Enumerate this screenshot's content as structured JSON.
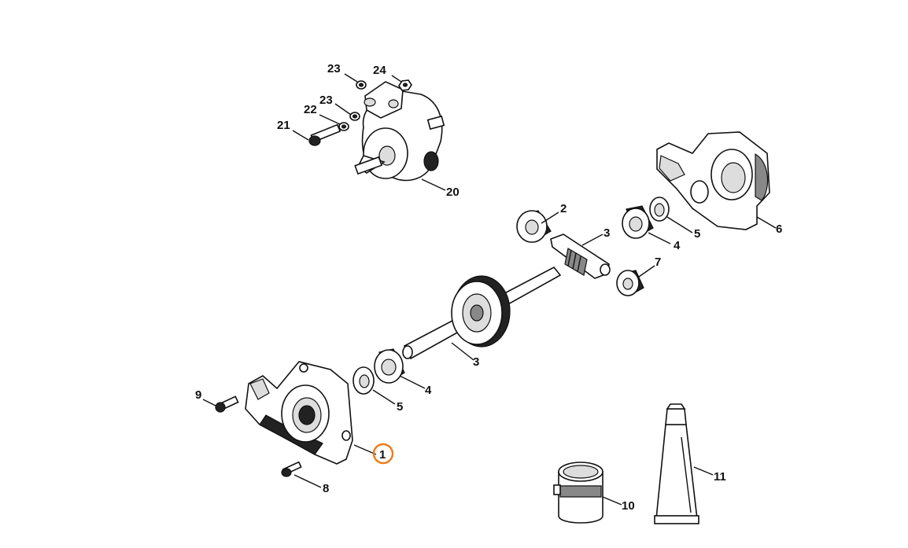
{
  "highlight_color": "#f07a1a",
  "callouts": {
    "c1": "1",
    "c2": "2",
    "c3a": "3",
    "c3b": "3",
    "c4a": "4",
    "c4b": "4",
    "c5a": "5",
    "c5b": "5",
    "c6": "6",
    "c7": "7",
    "c8": "8",
    "c9": "9",
    "c10": "10",
    "c11": "11",
    "c20": "20",
    "c21": "21",
    "c22": "22",
    "c23a": "23",
    "c23b": "23",
    "c24": "24"
  },
  "highlighted_callout": "1"
}
